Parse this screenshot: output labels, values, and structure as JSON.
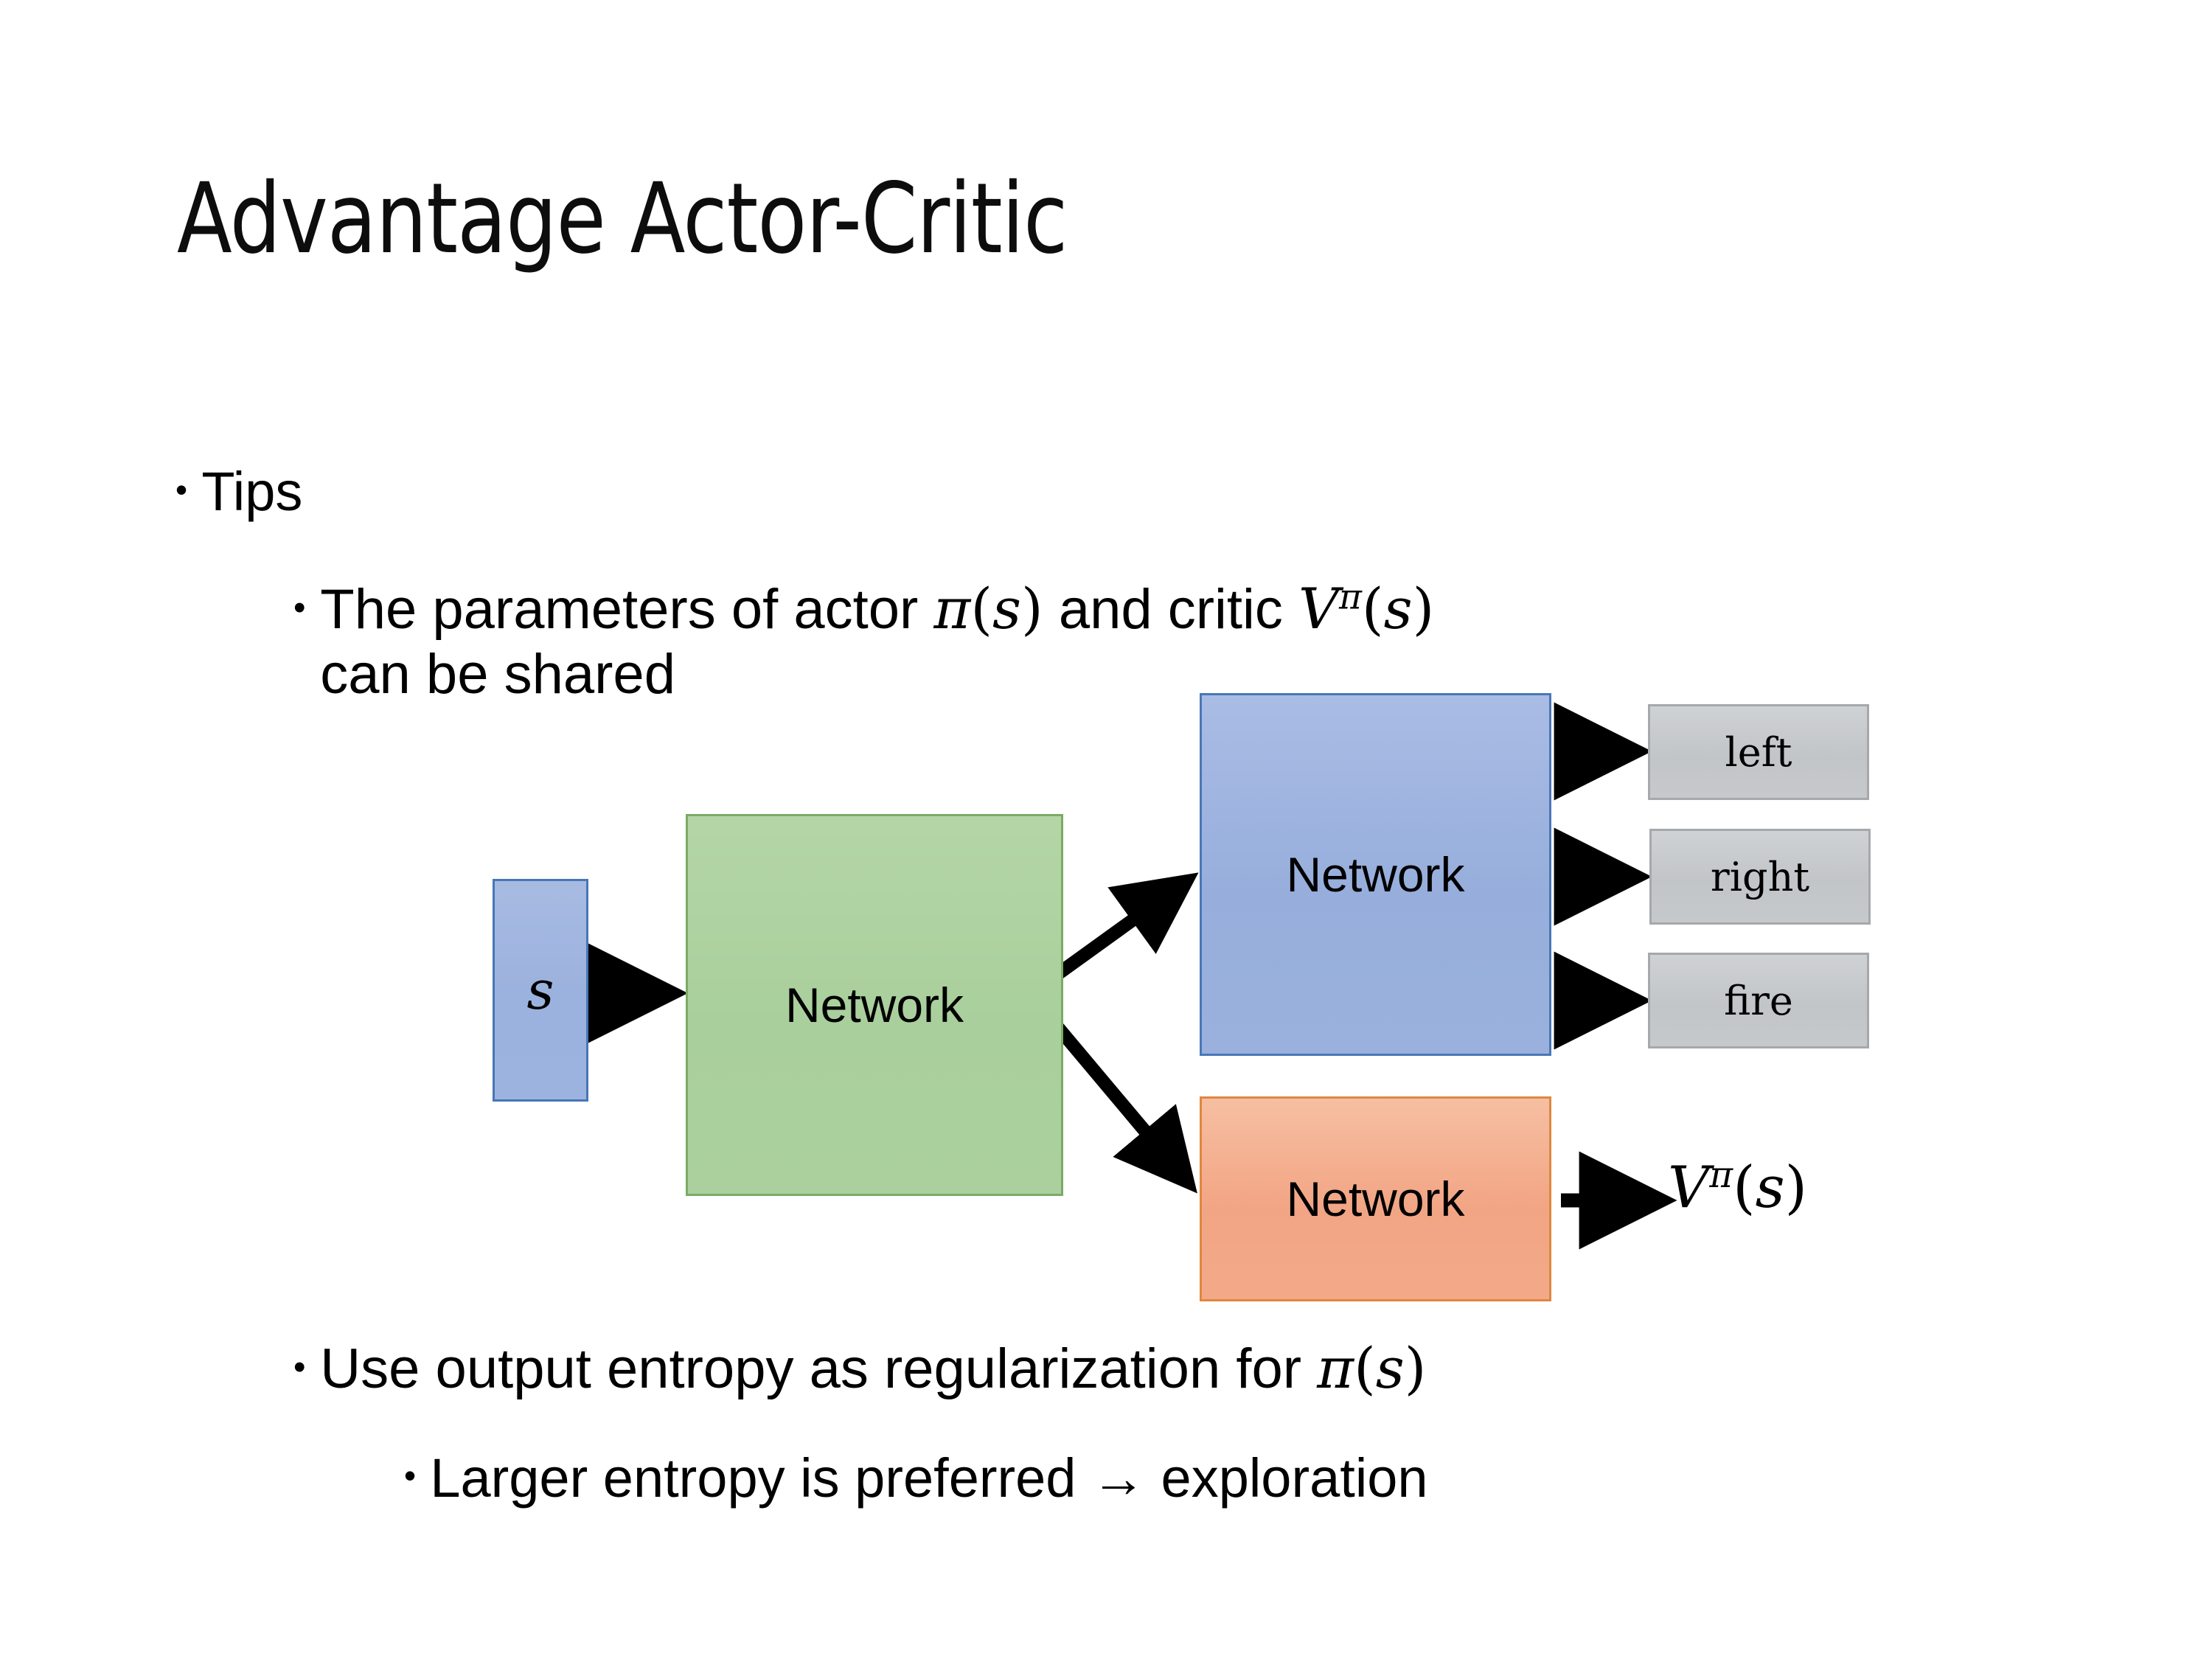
{
  "slide": {
    "title": "Advantage Actor-Critic",
    "background": "#ffffff"
  },
  "bullets": {
    "tips": {
      "marker": "•",
      "text": "Tips"
    },
    "shared": {
      "marker": "•",
      "text_before_pi": "The parameters of actor ",
      "pi_sym": "π",
      "paren_open": "(",
      "s_sym": "s",
      "paren_close": ")",
      "text_middle": "  and critic ",
      "v_sym": "V",
      "v_superscript": "π",
      "line2": "can be shared",
      "full_text": "The parameters of actor π(s)  and critic Vπ(s) can be shared"
    },
    "entropy": {
      "marker": "•",
      "text_before": "Use output entropy as regularization for ",
      "pi_sym": "π",
      "paren_open": "(",
      "s_sym": "s",
      "paren_close": ")",
      "full_text": "Use output entropy as regularization for π(s)"
    },
    "larger": {
      "marker": "•",
      "text": "Larger entropy is preferred → exploration"
    }
  },
  "diagram": {
    "state_box": {
      "label": "s",
      "fill": "#9db3df",
      "stroke": "#4876b6"
    },
    "shared_network": {
      "label": "Network",
      "fill": "#abd09e",
      "stroke": "#7aab64"
    },
    "actor_network": {
      "label": "Network",
      "fill": "#9ab1dd",
      "stroke": "#4a77b6"
    },
    "critic_network": {
      "label": "Network",
      "fill": "#f3a988",
      "stroke": "#e0873f"
    },
    "action_outputs": [
      {
        "label": "left",
        "fill": "#c6c9cc",
        "stroke": "#a6a9ab"
      },
      {
        "label": "right",
        "fill": "#c6c9cc",
        "stroke": "#a6a9ab"
      },
      {
        "label": "fire",
        "fill": "#c6c9cc",
        "stroke": "#a6a9ab"
      }
    ],
    "value_output": {
      "v_sym": "V",
      "v_superscript": "π",
      "paren_open": "(",
      "s_sym": "s",
      "paren_close": ")",
      "full_text": "Vπ(s)"
    },
    "arrow_color": "#000000"
  }
}
